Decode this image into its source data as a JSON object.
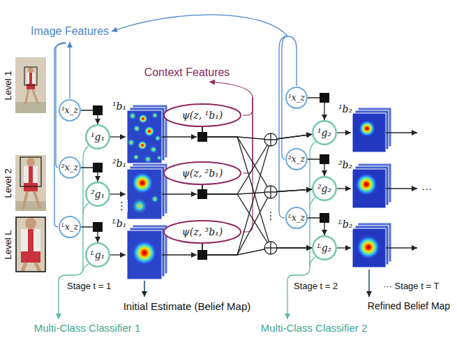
{
  "diagram": {
    "nodes": [
      {
        "text": [
          "¹x_z"
        ]
      },
      {
        "text": [
          "¹g₁"
        ]
      },
      {
        "text": [
          "²x_z"
        ]
      },
      {
        "text": [
          "²g₁"
        ]
      },
      {
        "text": [
          "ᴸx_z"
        ]
      },
      {
        "text": [
          "ᴸg₁"
        ]
      },
      {
        "text": [
          "ψ(z, ¹b₁)"
        ]
      },
      {
        "text": [
          "ψ(z, ²b₁)"
        ]
      },
      {
        "text": [
          "ψ(z, ³b₁)"
        ]
      },
      {
        "text": [
          "¹x_z"
        ]
      },
      {
        "text": [
          "¹g₂"
        ]
      },
      {
        "text": [
          "²x_z"
        ]
      },
      {
        "text": [
          "²g₂"
        ]
      },
      {
        "text": [
          "ᴸx_z"
        ]
      },
      {
        "text": [
          "ᴸg₂"
        ]
      }
    ],
    "edges": [
      {
        "from": 0,
        "to": 1,
        "arrow": "to"
      },
      {
        "from": 2,
        "to": 3,
        "arrow": "to"
      },
      {
        "from": 4,
        "to": 5,
        "arrow": "to"
      },
      {
        "from": 6,
        "to": 10,
        "arrow": "to"
      },
      {
        "from": 6,
        "to": 12,
        "arrow": "to"
      },
      {
        "from": 6,
        "to": 14,
        "arrow": "to"
      },
      {
        "from": 7,
        "to": 10,
        "arrow": "to"
      },
      {
        "from": 7,
        "to": 12,
        "arrow": "to"
      },
      {
        "from": 7,
        "to": 14,
        "arrow": "to"
      },
      {
        "from": 8,
        "to": 10,
        "arrow": "to"
      },
      {
        "from": 8,
        "to": 12,
        "arrow": "to"
      },
      {
        "from": 8,
        "to": 14,
        "arrow": "to"
      },
      {
        "from": 9,
        "to": 10,
        "arrow": "to"
      },
      {
        "from": 11,
        "to": 12,
        "arrow": "to"
      },
      {
        "from": 13,
        "to": 14,
        "arrow": "to"
      }
    ],
    "labels": [
      "Image Features",
      "Context Features",
      "Level 1",
      "Level 2",
      "Level L",
      "¹b₁",
      "²b₁",
      "ᴸb₁",
      "⋮",
      "⋮",
      "¹b₂",
      "²b₂",
      "ᴸb₂",
      "···",
      "Stage t = 1",
      "Initial Estimate (Belief Map)",
      "Stage t = 2",
      "··· Stage t = T",
      "Refined Belief Map",
      "Multi-Class Classifier 1",
      "Multi-Class Classifier 2"
    ]
  }
}
